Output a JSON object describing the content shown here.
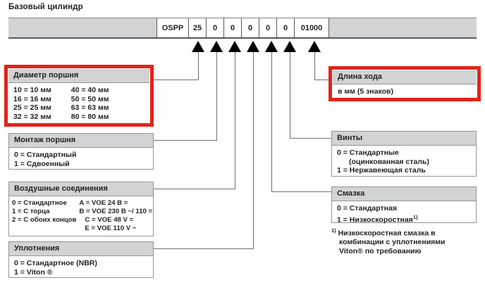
{
  "page_title": "Базовый цилиндр",
  "code_bar": {
    "cells": [
      {
        "name": "series",
        "value": "OSPP"
      },
      {
        "name": "piston-diameter",
        "value": "25"
      },
      {
        "name": "piston-mounting",
        "value": "0"
      },
      {
        "name": "air-connections",
        "value": "0"
      },
      {
        "name": "seals",
        "value": "0"
      },
      {
        "name": "lubrication",
        "value": "0"
      },
      {
        "name": "screws",
        "value": "0"
      },
      {
        "name": "stroke-length",
        "value": "01000"
      }
    ]
  },
  "boxes": {
    "piston_diameter": {
      "title": "Диаметр поршня",
      "left_column": [
        "10 = 10 мм",
        "16 = 16 мм",
        "25 = 25 мм",
        "32 = 32 мм"
      ],
      "right_column": [
        "40 = 40 мм",
        "50 = 50 мм",
        "63 = 63 мм",
        "80 = 80 мм"
      ],
      "highlight_color": "#e2231a"
    },
    "stroke_length": {
      "title": "Длина хода",
      "lines": [
        "в мм (5 знаков)"
      ],
      "highlight_color": "#e2231a"
    },
    "piston_mounting": {
      "title": "Монтаж поршня",
      "lines": [
        "0 = Стандартный",
        "1 = Сдвоенный"
      ]
    },
    "air_connections": {
      "title": "Воздушные соединения",
      "left_column": [
        "0 = Стандартное",
        "1 = С торца",
        "2 = С обоих концов"
      ],
      "right_column": [
        "A = VOE 24 B =",
        "B = VOE 230 B ~/ 110 =",
        "C = VOE 48 V =",
        "E = VOE 110 V ~"
      ]
    },
    "seals": {
      "title": "Уплотнения",
      "lines": [
        "0 = Стандартное (NBR)",
        "1 = Viton ®"
      ]
    },
    "screws": {
      "title": "Винты",
      "lines": [
        "0 = Стандартные",
        "(оцинкованная сталь)",
        "1 = Нержавеющая сталь"
      ]
    },
    "lubrication": {
      "title": "Смазка",
      "line_standard": "0 = Стандартная",
      "line_lowspeed_prefix": "1 = Низкоскоростная",
      "line_lowspeed_marker": "1)"
    }
  },
  "footnote": {
    "marker": "1)",
    "line1": "Низкоскоростная смазка в",
    "line2": "комбинации с уплотнениями",
    "line3": "Viton® по требованию"
  }
}
